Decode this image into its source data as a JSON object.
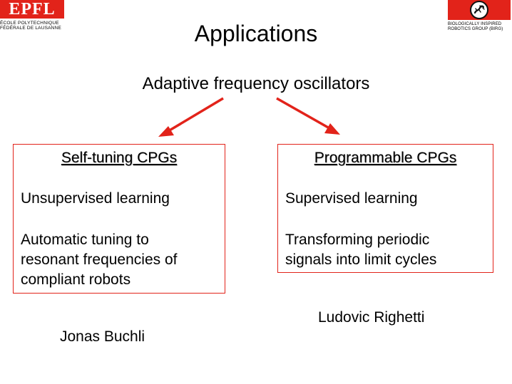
{
  "logos": {
    "epfl": {
      "mark": "EPFL",
      "line1": "ÉCOLE POLYTECHNIQUE",
      "line2": "FÉDÉRALE DE LAUSANNE"
    },
    "birg": {
      "line1": "BIOLOGICALLY INSPIRED",
      "line2": "ROBOTICS GROUP (BIRG)"
    }
  },
  "slide": {
    "title": "Applications",
    "subtitle": "Adaptive frequency oscillators"
  },
  "left_box": {
    "heading": "Self-tuning CPGs",
    "line1": "Unsupervised learning",
    "line2": "Automatic tuning to",
    "line3": "resonant frequencies of",
    "line4": "compliant robots",
    "author": "Jonas Buchli"
  },
  "right_box": {
    "heading": "Programmable CPGs",
    "line1": "Supervised learning",
    "line2": "Transforming periodic",
    "line3": "signals into limit cycles",
    "author": "Ludovic Righetti"
  },
  "colors": {
    "accent": "#e2231a",
    "text": "#000000",
    "background": "#ffffff"
  }
}
